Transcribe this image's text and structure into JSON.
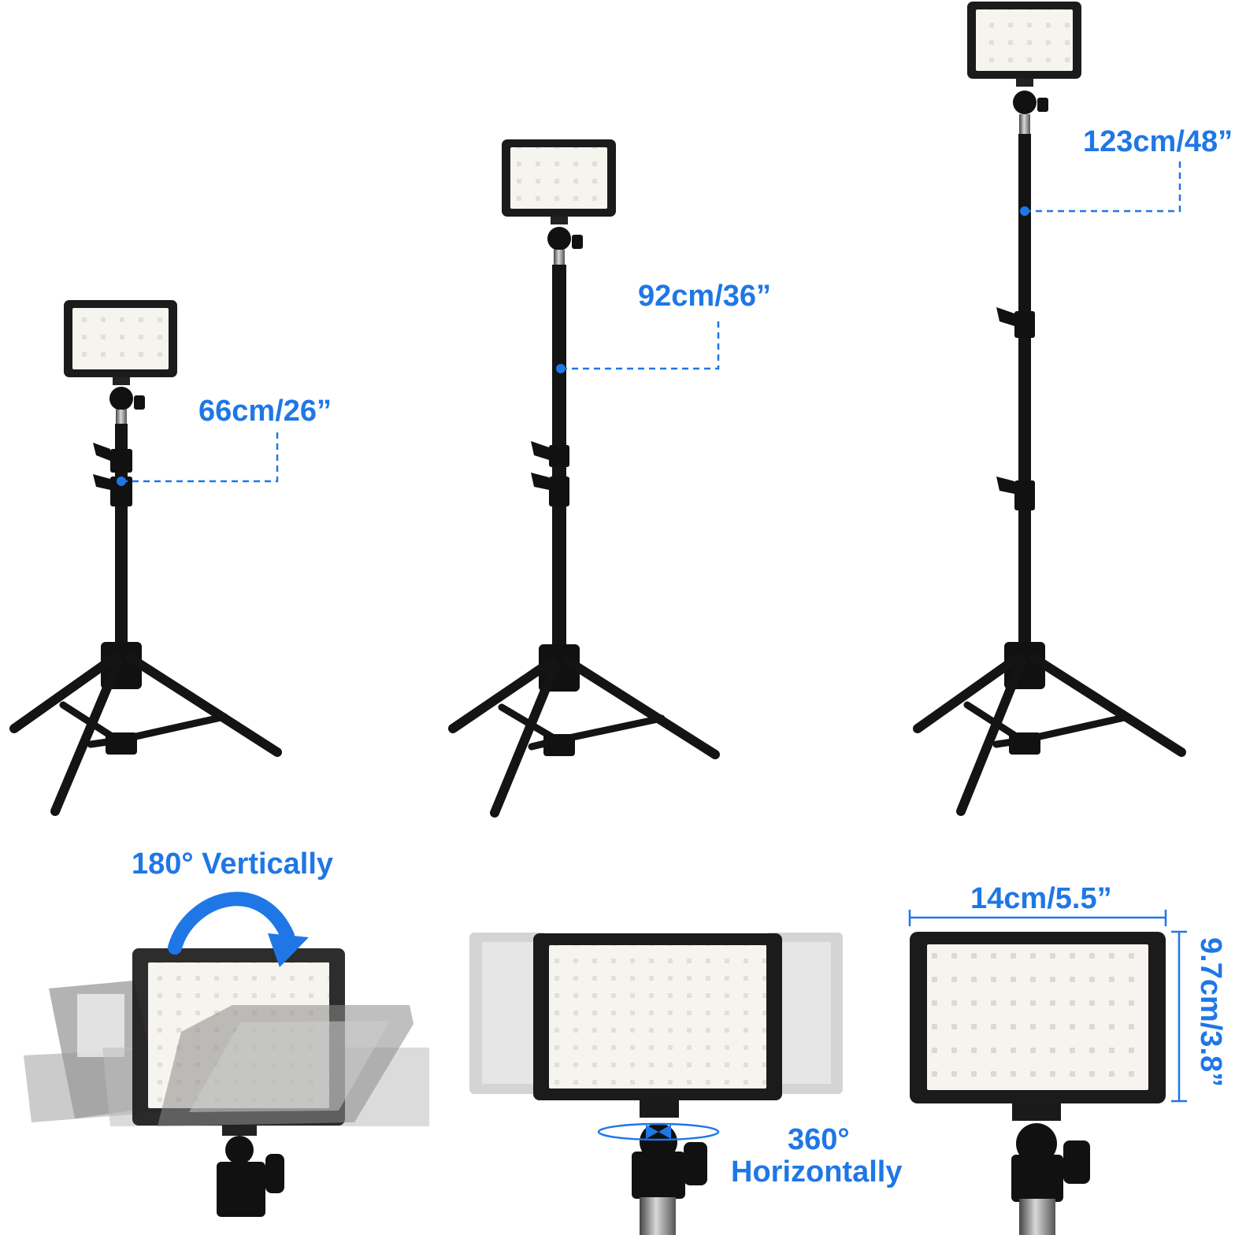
{
  "colors": {
    "accent": "#1f77e6",
    "stand": "#141414",
    "panel_frame": "#1b1b1b",
    "panel_light": "#f6f4ee",
    "led": "#e2dfd4",
    "ghost": "#9a9a9a"
  },
  "labels": {
    "height_short": "66cm/26”",
    "height_mid": "92cm/36”",
    "height_tall": "123cm/48”",
    "tilt": "180° Vertically",
    "rotate_deg": "360°",
    "rotate_word": "Horizontally",
    "width": "14cm/5.5”",
    "height_panel": "9.7cm/3.8”"
  },
  "icons": {
    "tilt_arrow": "curved-arrow-icon",
    "swivel": "rotation-ellipse-icon"
  }
}
